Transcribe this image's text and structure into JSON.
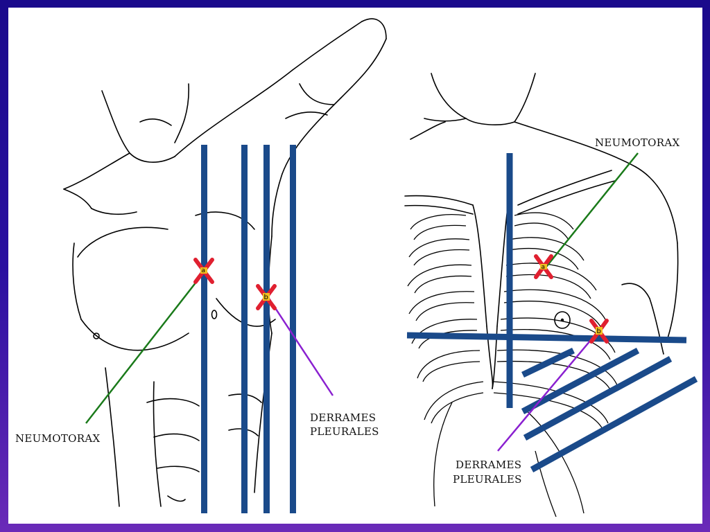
{
  "diagram": {
    "left_panel": {
      "label_neumotorax": "NEUMOTORAX",
      "label_derrames_line1": "DERRAMES",
      "label_derrames_line2": "PLEURALES",
      "marker_a": "a",
      "marker_b": "b"
    },
    "right_panel": {
      "label_neumotorax": "NEUMOTORAX",
      "label_derrames_line1": "DERRAMES",
      "label_derrames_line2": "PLEURALES",
      "marker_a": "a",
      "marker_b": "b"
    },
    "colors": {
      "lines": "#1a4a8a",
      "marker": "#e02030",
      "marker_fill": "#f0c020",
      "pointer_neumotorax": "#1a7a1a",
      "pointer_derrames": "#8a20d0",
      "frame": "#1a0a8c"
    }
  }
}
